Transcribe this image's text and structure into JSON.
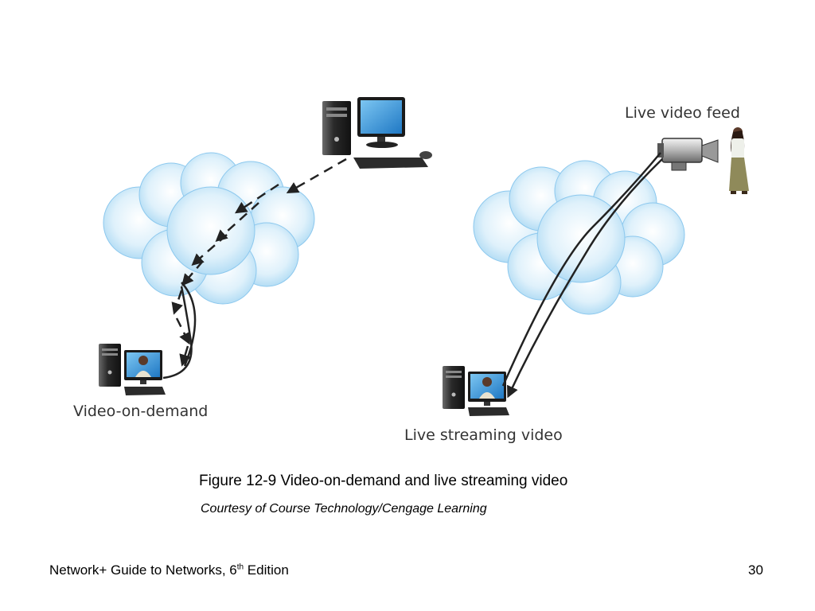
{
  "diagram": {
    "label_video_on_demand": "Video-on-demand",
    "label_live_streaming_video": "Live streaming video",
    "label_live_video_feed": "Live video feed"
  },
  "caption": {
    "figure": "Figure 12-9 Video-on-demand and live streaming video",
    "credit": "Courtesy of Course Technology/Cengage Learning"
  },
  "footer": {
    "title_prefix": "Network+ Guide to Networks, 6",
    "title_sup": "th",
    "title_suffix": " Edition",
    "page_number": "30"
  },
  "colors": {
    "cloud_fill": "#cfe9f8",
    "cloud_edge": "#8cc8ee",
    "arrow": "#222222",
    "screen": "#2b8fd6"
  }
}
